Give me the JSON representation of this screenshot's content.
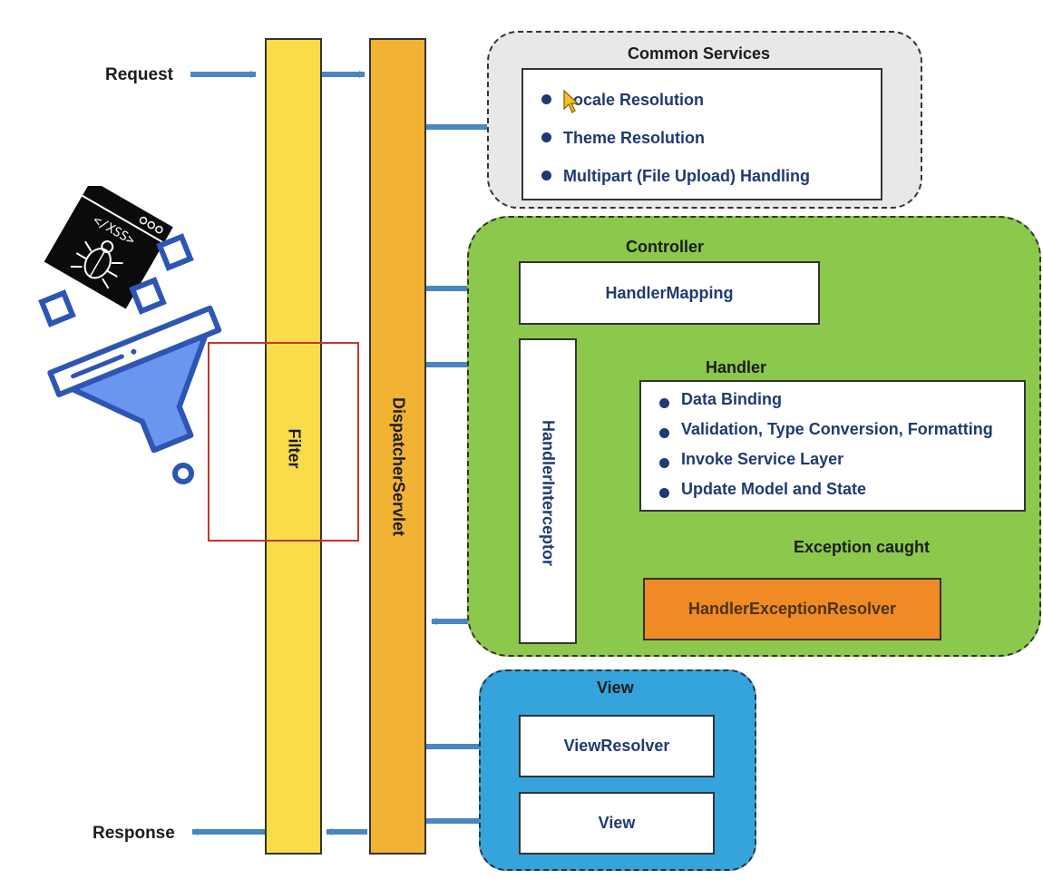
{
  "request_label": "Request",
  "response_label": "Response",
  "filter_label": "Filter",
  "dispatcher_label": "DispatcherServlet",
  "common_services": {
    "title": "Common Services",
    "items": [
      "Locale Resolution",
      "Theme Resolution",
      "Multipart (File Upload) Handling"
    ]
  },
  "controller": {
    "title": "Controller",
    "handler_mapping": "HandlerMapping",
    "interceptor": "HandlerInterceptor",
    "handler_title": "Handler",
    "handler_items": [
      "Data Binding",
      "Validation, Type Conversion, Formatting",
      "Invoke Service Layer",
      "Update Model and State"
    ],
    "exception_caught": "Exception caught",
    "exception_resolver": "HandlerExceptionResolver"
  },
  "view": {
    "title": "View",
    "view_resolver": "ViewResolver",
    "view": "View"
  },
  "xss_label": "</XSS>",
  "colors": {
    "filter": "#f8dc4a",
    "dispatcher": "#f2b233",
    "common_bg": "#e8e8e8",
    "controller_bg": "#8cc84b",
    "view_bg": "#35a3dc",
    "exception_resolver": "#ef8a24",
    "arrow": "#4a86c3",
    "funnel": "#2d56b4",
    "funnel_fill": "#6a96f0",
    "highlight_box": "#c0392b"
  }
}
